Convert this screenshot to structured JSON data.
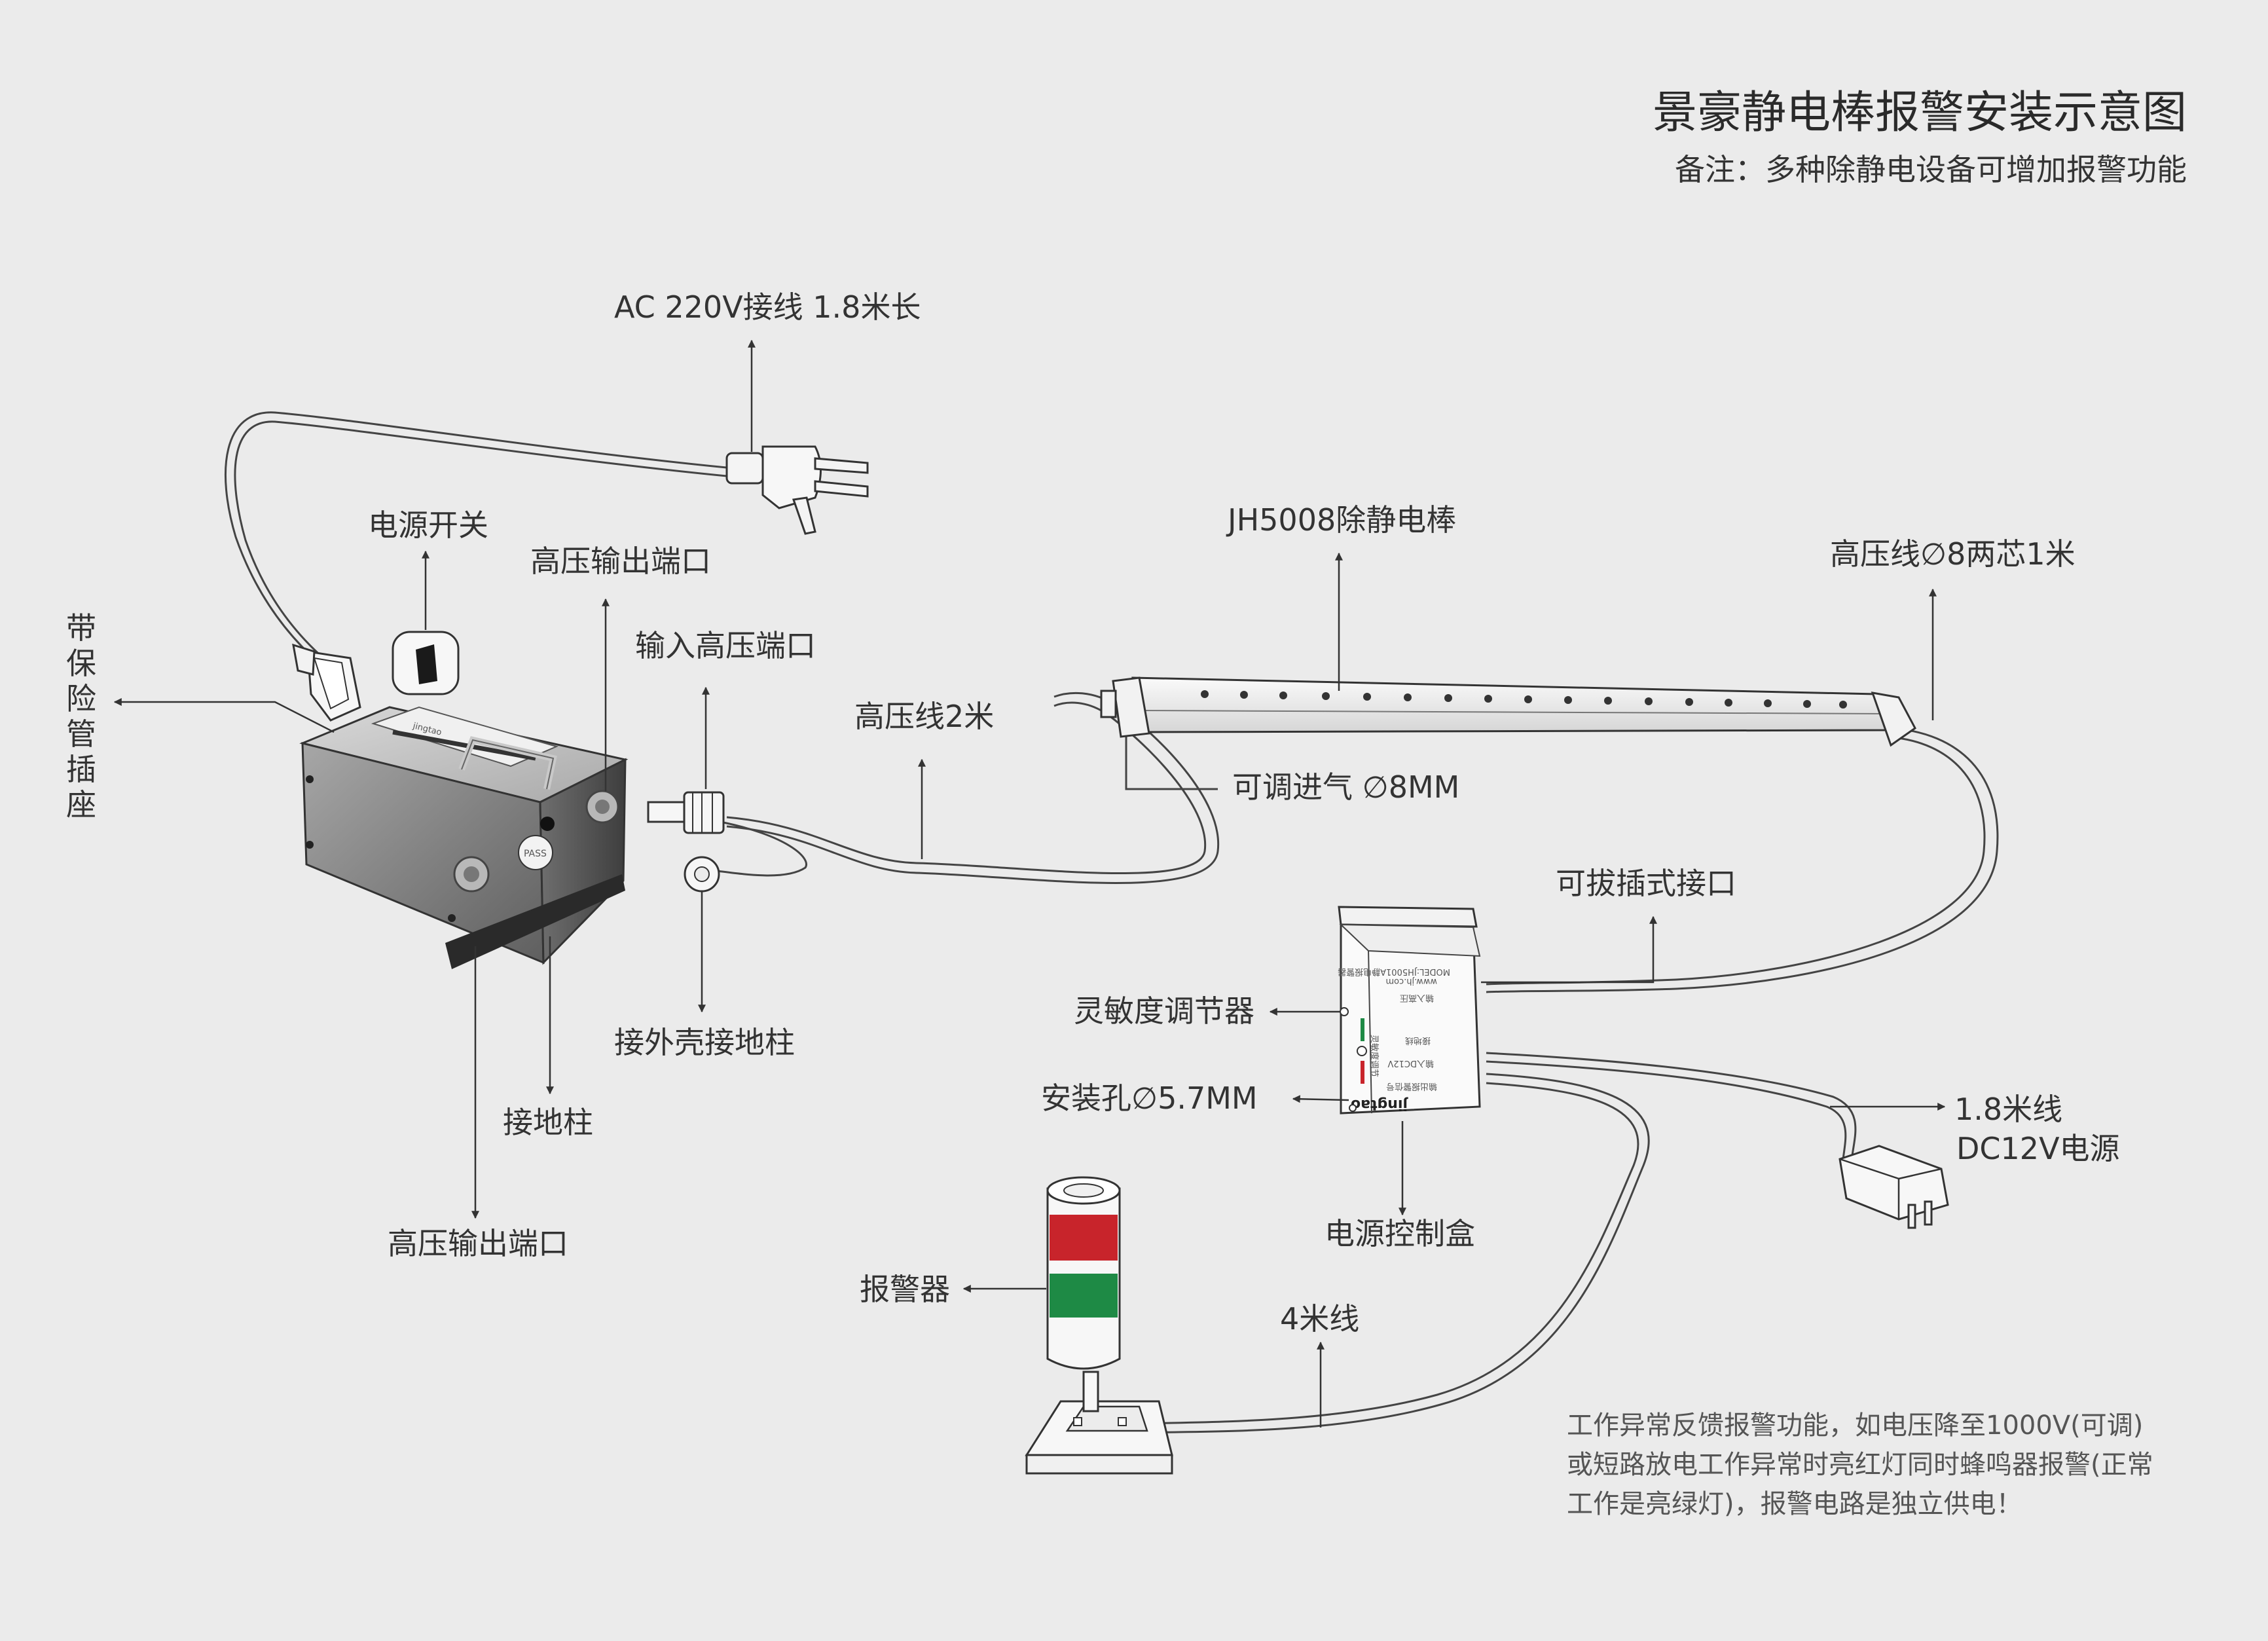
{
  "title": "景豪静电棒报警安装示意图",
  "subtitle": "备注：多种除静电设备可增加报警功能",
  "labels": {
    "ac_cable": "AC 220V接线  1.8米长",
    "power_switch": "电源开关",
    "fuse_socket": "带保险管插座",
    "hv_output_top": "高压输出端口",
    "hv_input": "输入高压端口",
    "hv_cable_2m": "高压线2米",
    "ion_bar": "JH5008除静电棒",
    "hv_cable_1m": "高压线∅8两芯1米",
    "air_inlet": "可调进气 ∅8MM",
    "pluggable": "可拔插式接口",
    "sensitivity": "灵敏度调节器",
    "mount_hole": "安装孔∅5.7MM",
    "ground_case": "接外壳接地柱",
    "ground_post": "接地柱",
    "hv_output_bottom": "高压输出端口",
    "dc_line_1": "1.8米线",
    "dc_line_2": "DC12V电源",
    "control_box": "电源控制盒",
    "alarm": "报警器",
    "cable_4m": "4米线"
  },
  "device_text": {
    "brand": "jingtao",
    "pass_sticker": "PASS",
    "box_line1": "输出报警信号",
    "box_line2": "输入DC12V",
    "box_line3": "接地线",
    "box_line4": "输入高压",
    "box_mark": "灵敏度调节",
    "box_model": "MODEL:JH5001A静电报警器",
    "box_url": "www.jh.com"
  },
  "footnote": [
    "工作异常反馈报警功能，如电压降至1000V(可调)",
    "或短路放电工作异常时亮红灯同时蜂鸣器报警(正常",
    "工作是亮绿灯)，报警电路是独立供电！"
  ],
  "colors": {
    "background": "#ebebeb",
    "alarm_red": "#c8242b",
    "alarm_green": "#1e8a45",
    "box_body": "#8d8d8d"
  }
}
